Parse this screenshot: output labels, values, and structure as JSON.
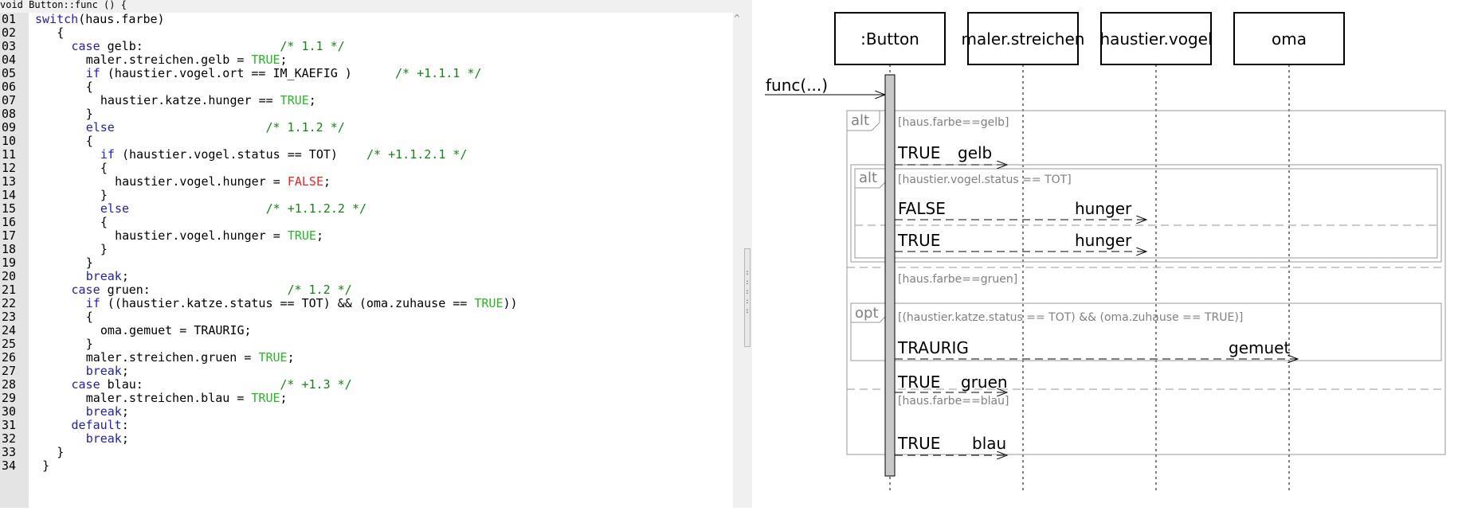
{
  "code_header": "void Button::func () {",
  "code_lines": [
    {
      "n": "01",
      "indent": 0,
      "parts": [
        [
          "kw",
          "switch"
        ],
        [
          "",
          "(haus.farbe)"
        ]
      ]
    },
    {
      "n": "02",
      "indent": 3,
      "parts": [
        [
          "",
          "{"
        ]
      ]
    },
    {
      "n": "03",
      "indent": 5,
      "parts": [
        [
          "kw",
          "case"
        ],
        [
          "",
          " gelb:                   "
        ],
        [
          "cm",
          "/* 1.1 */"
        ]
      ]
    },
    {
      "n": "04",
      "indent": 7,
      "parts": [
        [
          "",
          "maler.streichen.gelb = "
        ],
        [
          "tr",
          "TRUE"
        ],
        [
          "",
          ";"
        ]
      ]
    },
    {
      "n": "05",
      "indent": 7,
      "parts": [
        [
          "kw",
          "if"
        ],
        [
          "",
          ", (haustier.vogel.ort == IM_KAEFIG )      "
        ],
        [
          "cm",
          "/* +1.1.1 */"
        ]
      ]
    },
    {
      "n": "06",
      "indent": 7,
      "parts": [
        [
          "",
          "{"
        ]
      ]
    },
    {
      "n": "07",
      "indent": 9,
      "parts": [
        [
          "",
          "haustier.katze.hunger == "
        ],
        [
          "tr",
          "TRUE"
        ],
        [
          "",
          ";"
        ]
      ]
    },
    {
      "n": "08",
      "indent": 7,
      "parts": [
        [
          "",
          "}"
        ]
      ]
    },
    {
      "n": "09",
      "indent": 7,
      "parts": [
        [
          "kw",
          "else"
        ],
        [
          "",
          "                     "
        ],
        [
          "cm",
          "/* 1.1.2 */"
        ]
      ]
    },
    {
      "n": "10",
      "indent": 7,
      "parts": [
        [
          "",
          "{"
        ]
      ]
    },
    {
      "n": "11",
      "indent": 9,
      "parts": [
        [
          "kw",
          "if"
        ],
        [
          "",
          " (haustier.vogel.status == TOT)    "
        ],
        [
          "cm",
          "/* +1.1.2.1 */"
        ]
      ]
    },
    {
      "n": "12",
      "indent": 9,
      "parts": [
        [
          "",
          "{"
        ]
      ]
    },
    {
      "n": "13",
      "indent": 11,
      "parts": [
        [
          "",
          "haustier.vogel.hunger = "
        ],
        [
          "fa",
          "FALSE"
        ],
        [
          "",
          ";"
        ]
      ]
    },
    {
      "n": "14",
      "indent": 9,
      "parts": [
        [
          "",
          "}"
        ]
      ]
    },
    {
      "n": "15",
      "indent": 9,
      "parts": [
        [
          "kw",
          "else"
        ],
        [
          "",
          "                   "
        ],
        [
          "cm",
          "/* +1.1.2.2 */"
        ]
      ]
    },
    {
      "n": "16",
      "indent": 9,
      "parts": [
        [
          "",
          "{"
        ]
      ]
    },
    {
      "n": "17",
      "indent": 11,
      "parts": [
        [
          "",
          "haustier.vogel.hunger = "
        ],
        [
          "tr",
          "TRUE"
        ],
        [
          "",
          ";"
        ]
      ]
    },
    {
      "n": "18",
      "indent": 9,
      "parts": [
        [
          "",
          "}"
        ]
      ]
    },
    {
      "n": "19",
      "indent": 7,
      "parts": [
        [
          "",
          "}"
        ]
      ]
    },
    {
      "n": "20",
      "indent": 7,
      "parts": [
        [
          "kw",
          "break"
        ],
        [
          "",
          ";"
        ]
      ]
    },
    {
      "n": "21",
      "indent": 5,
      "parts": [
        [
          "kw",
          "case"
        ],
        [
          "",
          " gruen:                   "
        ],
        [
          "cm",
          "/* 1.2 */"
        ]
      ]
    },
    {
      "n": "22",
      "indent": 7,
      "parts": [
        [
          "kw",
          "if"
        ],
        [
          "",
          " ((haustier.katze.status == TOT) && (oma.zuhause == "
        ],
        [
          "tr",
          "TRUE"
        ],
        [
          "",
          "))"
        ]
      ]
    },
    {
      "n": "23",
      "indent": 7,
      "parts": [
        [
          "",
          "{"
        ]
      ]
    },
    {
      "n": "24",
      "indent": 9,
      "parts": [
        [
          "",
          "oma.gemuet = TRAURIG;"
        ]
      ]
    },
    {
      "n": "25",
      "indent": 7,
      "parts": [
        [
          "",
          "}"
        ]
      ]
    },
    {
      "n": "26",
      "indent": 7,
      "parts": [
        [
          "",
          "maler.streichen.gruen = "
        ],
        [
          "tr",
          "TRUE"
        ],
        [
          "",
          ";"
        ]
      ]
    },
    {
      "n": "27",
      "indent": 7,
      "parts": [
        [
          "kw",
          "break"
        ],
        [
          "",
          ";"
        ]
      ]
    },
    {
      "n": "28",
      "indent": 5,
      "parts": [
        [
          "kw",
          "case"
        ],
        [
          "",
          " blau:                   "
        ],
        [
          "cm",
          "/* +1.3 */"
        ]
      ]
    },
    {
      "n": "29",
      "indent": 7,
      "parts": [
        [
          "",
          "maler.streichen.blau = "
        ],
        [
          "tr",
          "TRUE"
        ],
        [
          "",
          ";"
        ]
      ]
    },
    {
      "n": "30",
      "indent": 7,
      "parts": [
        [
          "kw",
          "break"
        ],
        [
          "",
          ";"
        ]
      ]
    },
    {
      "n": "31",
      "indent": 5,
      "parts": [
        [
          "kw",
          "default"
        ],
        [
          "",
          ":"
        ]
      ]
    },
    {
      "n": "32",
      "indent": 7,
      "parts": [
        [
          "kw",
          "break"
        ],
        [
          "",
          ";"
        ]
      ]
    },
    {
      "n": "33",
      "indent": 3,
      "parts": [
        [
          "",
          "}"
        ]
      ]
    },
    {
      "n": "34",
      "indent": 1,
      "parts": [
        [
          "",
          "}"
        ]
      ]
    }
  ],
  "scroll_up_glyph": "^",
  "splitter_dots": ":\n:\n:\n:\n:",
  "diagram": {
    "lifelines": [
      ":Button",
      "maler.streichen",
      "haustier.vogel",
      "oma"
    ],
    "call": "func(...)",
    "outer_frame_label": "alt",
    "guard_gelb": "[haus.farbe==gelb]",
    "msg_true_gelb": "TRUE",
    "msg_gelb": "gelb",
    "inner_frame_label": "alt",
    "guard_status": "[haustier.vogel.status == TOT]",
    "msg_false": "FALSE",
    "msg_hunger_1": "hunger",
    "msg_true_hunger": "TRUE",
    "msg_hunger_2": "hunger",
    "guard_gruen": "[haus.farbe==gruen]",
    "opt_frame_label": "opt",
    "guard_opt": "[(haustier.katze.status == TOT) && (oma.zuhause == TRUE)]",
    "msg_traurig": "TRAURIG",
    "msg_gemuet": "gemuet",
    "msg_true_gruen": "TRUE",
    "msg_gruen": "gruen",
    "guard_blau": "[haus.farbe==blau]",
    "msg_true_blau": "TRUE",
    "msg_blau": "blau"
  },
  "colors": {
    "keyword": "#1c1cc8",
    "true": "#22bb22",
    "false": "#ee2222",
    "comment": "#118811",
    "activation": "#c8c8c8",
    "frame": "#999999",
    "guard": "#808080"
  }
}
